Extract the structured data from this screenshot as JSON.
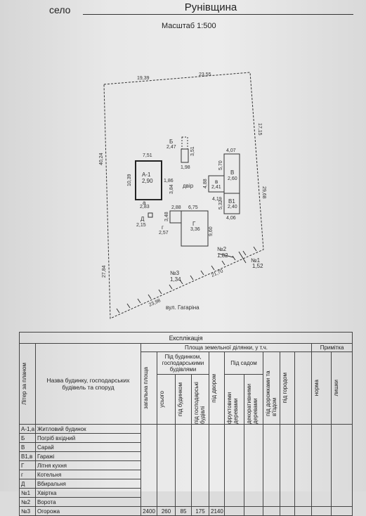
{
  "header": {
    "village_label": "село",
    "village_name": "Рунівщина",
    "scale": "Масштаб 1:500"
  },
  "plan": {
    "dims": {
      "top_left": "19,39",
      "top_right": "23,55",
      "right_upper": "17,15",
      "right_side": "29,68",
      "left_side": "40,24",
      "left_lower": "27,84",
      "bottom_left": "23,98",
      "bottom_right": "21,70",
      "a_width": "7,51",
      "a_height": "10,39",
      "a_right": "1,86",
      "a_ext": "3,84",
      "b_width": "2,47",
      "b_height": "3,51",
      "b_bottom": "1,98",
      "v_top": "4,07",
      "v_side": "5,70",
      "v_area": "2,60",
      "b1_side": "4,19",
      "b1_side2": "5,32",
      "b1_area": "2,40",
      "b1_bottom": "4,06",
      "small_v_side": "4,88",
      "small_v_area": "2,41",
      "a_small_area": "2,83",
      "g_top1": "2,88",
      "g_top2": "6,75",
      "g_left": "3,48",
      "g_side": "9,60",
      "g_area": "3,36",
      "gsmall_area": "2,57",
      "d_area": "2,15"
    },
    "labels": {
      "a": "А-1",
      "a_area": "2,90",
      "a_small": "а",
      "b": "Б",
      "v": "В",
      "b1": "В1",
      "small_v": "в",
      "g": "Г",
      "gsmall": "г",
      "d": "Д",
      "yard": "двір",
      "n1": "№1",
      "n1_val": "1,52",
      "n2": "№2",
      "n2_val": "1,82",
      "n3": "№3",
      "n3_val": "1,34",
      "street": "вул. Гагаріна"
    }
  },
  "explication": {
    "title": "Експлікація",
    "col_letter": "Літер за планом",
    "col_name": "Назва будинку, господарських будівель та споруд",
    "col_area": "Площа земельної ділянки, у т.ч.",
    "col_note": "Примітка",
    "sub_buildings": "Під будинком, господарськими будівлями",
    "sub_garden": "Під садом",
    "col_total": "загальна площа",
    "col_all": "усього",
    "col_house": "під будинком",
    "col_farm": "під господарські будівлі",
    "col_yard": "під двором",
    "col_fruit": "фруктовими деревами",
    "col_decor": "декоративними деревами",
    "col_roads": "під дорожками та в'їздом",
    "col_garden": "під городом",
    "col_norm": "норма",
    "col_extra": "лишки",
    "rows": [
      {
        "letter": "А-1,а",
        "name": "Житловий будинок"
      },
      {
        "letter": "Б",
        "name": "Погріб вхідний"
      },
      {
        "letter": "В",
        "name": "Сарай"
      },
      {
        "letter": "В1,в",
        "name": "Гаражі"
      },
      {
        "letter": "Г",
        "name": "Літня кухня"
      },
      {
        "letter": "г",
        "name": "Котельня"
      },
      {
        "letter": "Д",
        "name": "Вбиральня"
      },
      {
        "letter": "№1",
        "name": "Хвіртка"
      },
      {
        "letter": "№2",
        "name": "Ворота"
      },
      {
        "letter": "№3",
        "name": "Огорожа"
      }
    ],
    "values": {
      "total": "2400",
      "all": "260",
      "house": "85",
      "farm": "175",
      "yard": "2140"
    }
  }
}
